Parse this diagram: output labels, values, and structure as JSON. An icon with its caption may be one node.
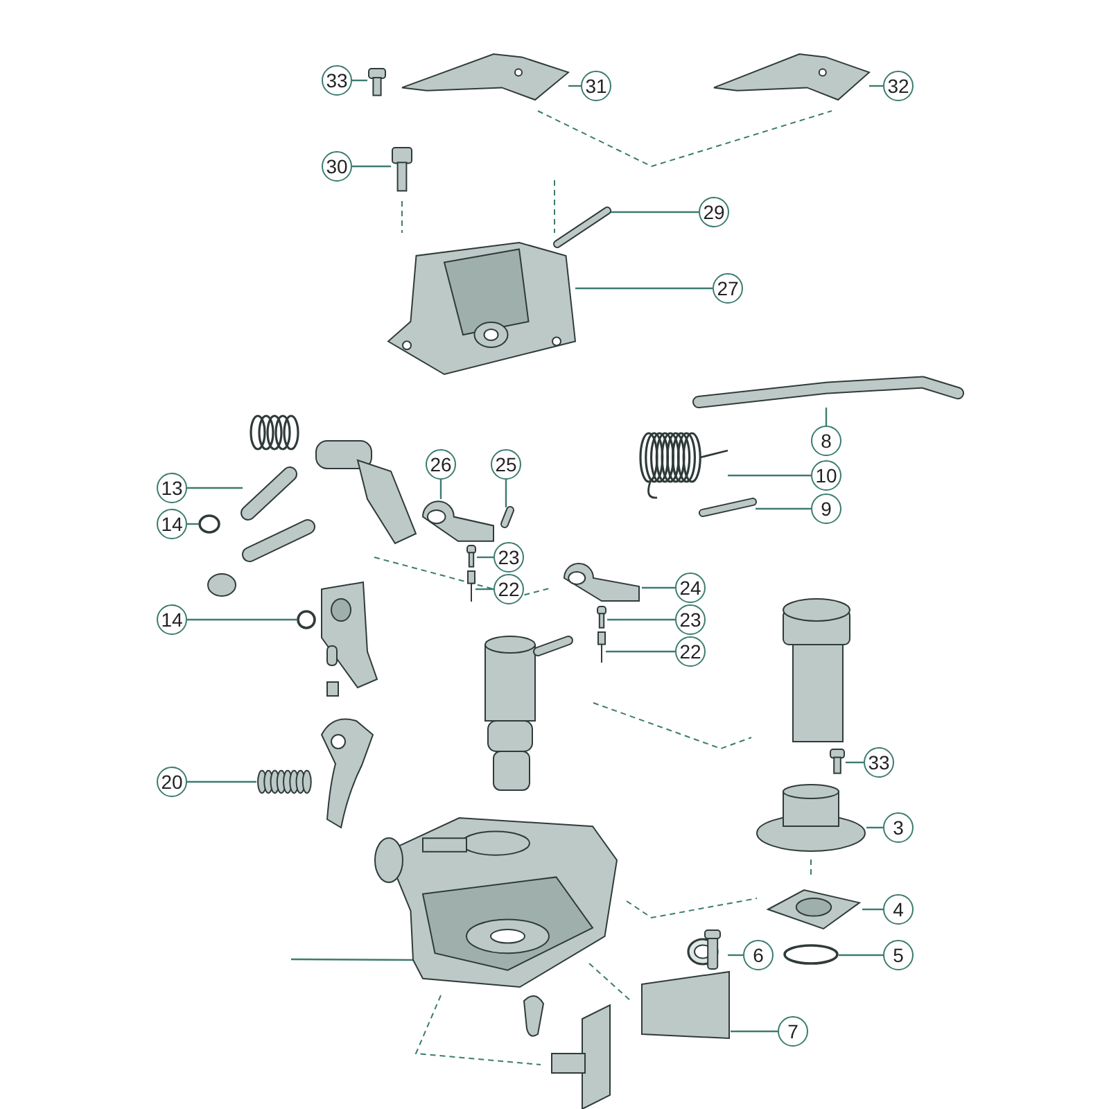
{
  "diagram": {
    "nodes": [
      {
        "text": [
          "33"
        ]
      },
      {
        "text": [],
        "shape": "picture"
      },
      {
        "text": [
          "31"
        ]
      },
      {
        "text": [],
        "shape": "picture"
      },
      {
        "text": [
          "32"
        ]
      },
      {
        "text": [],
        "shape": "picture"
      },
      {
        "text": [
          "30"
        ]
      },
      {
        "text": [],
        "shape": "picture"
      },
      {
        "text": [
          "29"
        ]
      },
      {
        "text": [],
        "shape": "picture"
      },
      {
        "text": [
          "27"
        ]
      },
      {
        "text": [],
        "shape": "picture"
      },
      {
        "text": [
          "8"
        ]
      },
      {
        "text": [],
        "shape": "picture"
      },
      {
        "text": [
          "10"
        ]
      },
      {
        "text": [],
        "shape": "picture"
      },
      {
        "text": [
          "9"
        ]
      },
      {
        "text": [],
        "shape": "picture"
      },
      {
        "text": [
          "13"
        ]
      },
      {
        "text": [],
        "shape": "picture"
      },
      {
        "text": [
          "14"
        ]
      },
      {
        "text": [],
        "shape": "circle"
      },
      {
        "text": [
          "26"
        ]
      },
      {
        "text": [],
        "shape": "picture"
      },
      {
        "text": [
          "25"
        ]
      },
      {
        "text": [],
        "shape": "picture"
      },
      {
        "text": [
          "23"
        ]
      },
      {
        "text": [],
        "shape": "picture"
      },
      {
        "text": [
          "22"
        ]
      },
      {
        "text": [],
        "shape": "picture"
      },
      {
        "text": [
          "24"
        ]
      },
      {
        "text": [],
        "shape": "picture"
      },
      {
        "text": [
          "23"
        ]
      },
      {
        "text": [],
        "shape": "picture"
      },
      {
        "text": [
          "22"
        ]
      },
      {
        "text": [],
        "shape": "picture"
      },
      {
        "text": [
          "14"
        ]
      },
      {
        "text": [],
        "shape": "circle"
      },
      {
        "text": [
          "33"
        ]
      },
      {
        "text": [],
        "shape": "picture"
      },
      {
        "text": [
          "3"
        ]
      },
      {
        "text": [],
        "shape": "cylinder"
      },
      {
        "text": [
          "20"
        ]
      },
      {
        "text": [],
        "shape": "picture"
      },
      {
        "text": [
          "4"
        ]
      },
      {
        "text": [],
        "shape": "picture"
      },
      {
        "text": [
          "6"
        ]
      },
      {
        "text": [],
        "shape": "picture"
      },
      {
        "text": [
          "5"
        ]
      },
      {
        "text": [],
        "shape": "circle"
      },
      {
        "text": [
          "7"
        ]
      },
      {
        "text": [],
        "shape": "box"
      },
      {
        "text": [],
        "shape": "picture"
      }
    ],
    "edges": [
      {
        "from": 0,
        "to": 1,
        "arrow": "none"
      },
      {
        "from": 2,
        "to": 3,
        "arrow": "none"
      },
      {
        "from": 4,
        "to": 5,
        "arrow": "none"
      },
      {
        "from": 6,
        "to": 7,
        "arrow": "none"
      },
      {
        "from": 8,
        "to": 9,
        "arrow": "none"
      },
      {
        "from": 10,
        "to": 11,
        "arrow": "none"
      },
      {
        "from": 12,
        "to": 13,
        "arrow": "none"
      },
      {
        "from": 14,
        "to": 15,
        "arrow": "none"
      },
      {
        "from": 16,
        "to": 17,
        "arrow": "none"
      },
      {
        "from": 18,
        "to": 19,
        "arrow": "none"
      },
      {
        "from": 20,
        "to": 21,
        "arrow": "none"
      },
      {
        "from": 22,
        "to": 23,
        "arrow": "none"
      },
      {
        "from": 24,
        "to": 25,
        "arrow": "none"
      },
      {
        "from": 26,
        "to": 27,
        "arrow": "none"
      },
      {
        "from": 28,
        "to": 29,
        "arrow": "none"
      },
      {
        "from": 30,
        "to": 31,
        "arrow": "none"
      },
      {
        "from": 32,
        "to": 33,
        "arrow": "none"
      },
      {
        "from": 34,
        "to": 35,
        "arrow": "none"
      },
      {
        "from": 36,
        "to": 37,
        "arrow": "none"
      },
      {
        "from": 38,
        "to": 39,
        "arrow": "none"
      },
      {
        "from": 40,
        "to": 41,
        "arrow": "none"
      },
      {
        "from": 42,
        "to": 43,
        "arrow": "none"
      },
      {
        "from": 44,
        "to": 45,
        "arrow": "none"
      },
      {
        "from": 46,
        "to": 47,
        "arrow": "none"
      },
      {
        "from": 48,
        "to": 49,
        "arrow": "none"
      },
      {
        "from": 50,
        "to": 51,
        "arrow": "none"
      },
      {
        "from": null,
        "to": 52,
        "arrow": "none"
      }
    ]
  }
}
